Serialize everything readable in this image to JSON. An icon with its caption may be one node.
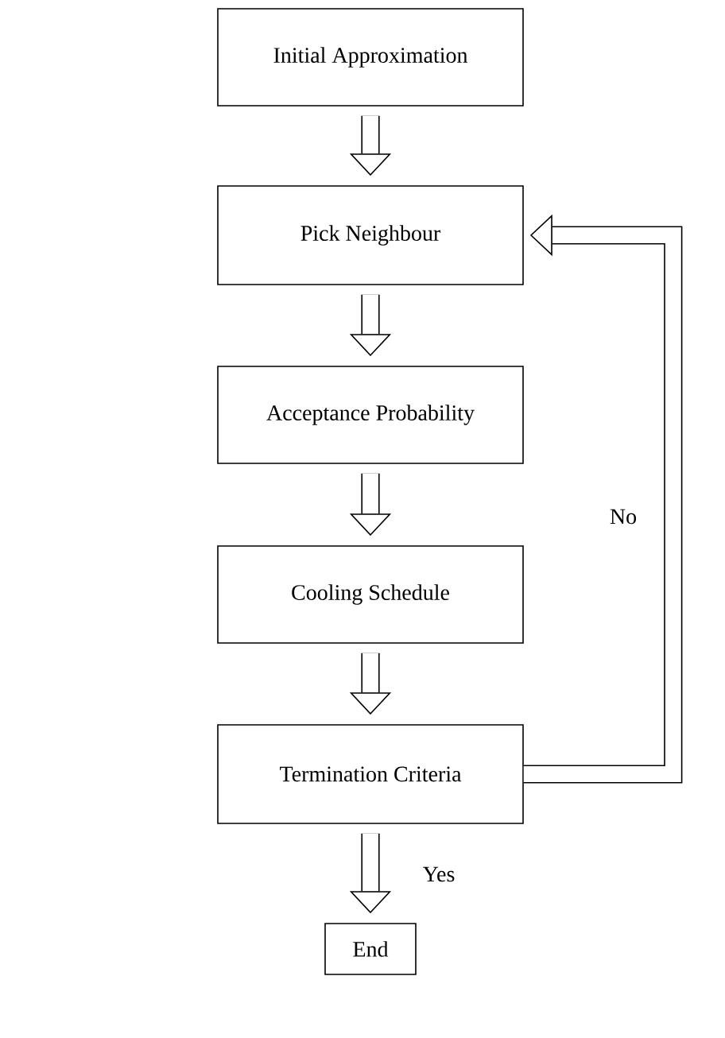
{
  "diagram": {
    "nodes": [
      {
        "text": [
          "Initial Approximation"
        ]
      },
      {
        "text": [
          "Pick Neighbour"
        ]
      },
      {
        "text": [
          "Acceptance Probability"
        ]
      },
      {
        "text": [
          "Cooling Schedule"
        ]
      },
      {
        "text": [
          "Termination Criteria"
        ]
      },
      {
        "text": [
          "End"
        ]
      }
    ],
    "edges": [
      {
        "from": 0,
        "to": 1,
        "arrow": "to"
      },
      {
        "from": 1,
        "to": 2,
        "arrow": "to"
      },
      {
        "from": 2,
        "to": 3,
        "arrow": "to"
      },
      {
        "from": 3,
        "to": 4,
        "arrow": "to"
      },
      {
        "from": 4,
        "to": 1,
        "arrow": "to",
        "label": "No"
      },
      {
        "from": 4,
        "to": 5,
        "arrow": "to",
        "label": "Yes"
      }
    ]
  }
}
